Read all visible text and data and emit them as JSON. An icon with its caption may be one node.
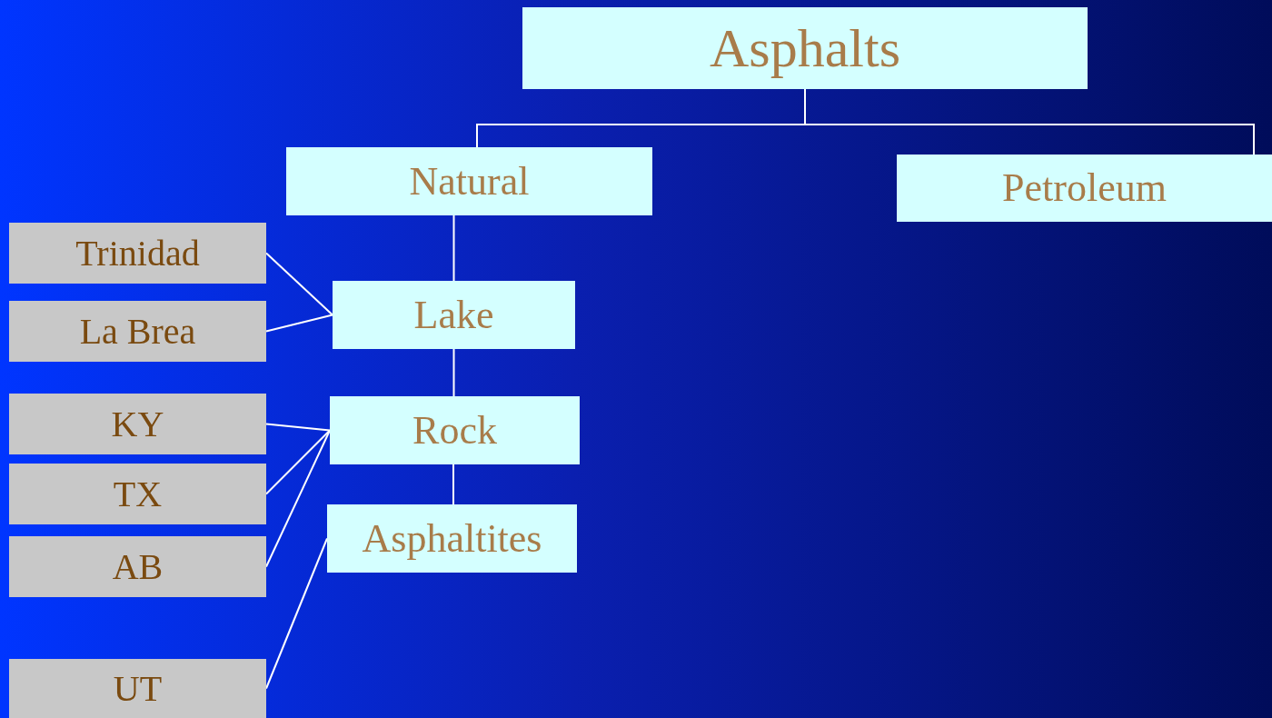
{
  "diagram": {
    "nodes": [
      {
        "text": [
          "Asphalts"
        ]
      },
      {
        "text": [
          "Natural"
        ]
      },
      {
        "text": [
          "Petroleum"
        ]
      },
      {
        "text": [
          "Lake"
        ]
      },
      {
        "text": [
          "Rock"
        ]
      },
      {
        "text": [
          "Asphaltites"
        ]
      },
      {
        "text": [
          "Trinidad"
        ]
      },
      {
        "text": [
          "La Brea"
        ]
      },
      {
        "text": [
          "KY"
        ]
      },
      {
        "text": [
          "TX"
        ]
      },
      {
        "text": [
          "AB"
        ]
      },
      {
        "text": [
          "UT"
        ]
      }
    ],
    "edges": [
      {
        "from": 0,
        "to": 1,
        "arrow": "none"
      },
      {
        "from": 0,
        "to": 2,
        "arrow": "none"
      },
      {
        "from": 1,
        "to": 3,
        "arrow": "none"
      },
      {
        "from": 3,
        "to": 4,
        "arrow": "none"
      },
      {
        "from": 4,
        "to": 5,
        "arrow": "none"
      },
      {
        "from": 6,
        "to": 3,
        "arrow": "none"
      },
      {
        "from": 7,
        "to": 3,
        "arrow": "none"
      },
      {
        "from": 8,
        "to": 4,
        "arrow": "none"
      },
      {
        "from": 9,
        "to": 4,
        "arrow": "none"
      },
      {
        "from": 10,
        "to": 4,
        "arrow": "none"
      },
      {
        "from": 11,
        "to": 5,
        "arrow": "none"
      }
    ]
  }
}
